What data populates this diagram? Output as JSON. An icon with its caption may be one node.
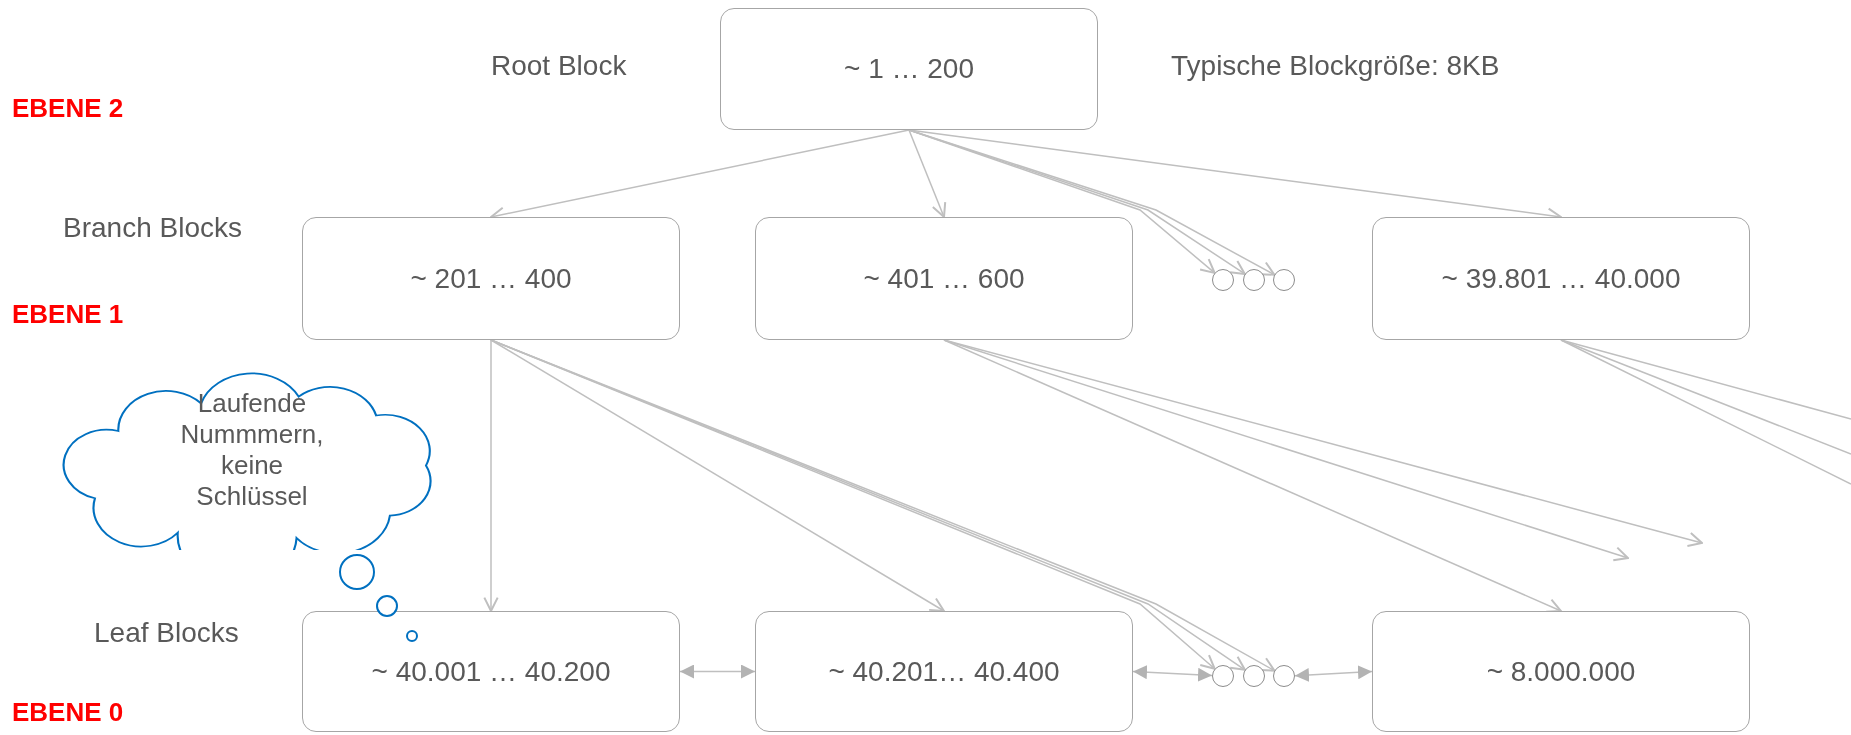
{
  "diagram": {
    "nodes": [
      {
        "text": [
          "~ 1 … 200"
        ]
      },
      {
        "text": [
          "~ 201 … 400"
        ]
      },
      {
        "text": [
          "~ 401 … 600"
        ]
      },
      {
        "text": [],
        "shape": "circle"
      },
      {
        "text": [],
        "shape": "circle"
      },
      {
        "text": [],
        "shape": "circle"
      },
      {
        "text": [
          "~ 39.801 … 40.000"
        ]
      },
      {
        "text": [
          "~ 40.001 … 40.200"
        ]
      },
      {
        "text": [
          "~ 40.201… 40.400"
        ]
      },
      {
        "text": [],
        "shape": "circle"
      },
      {
        "text": [],
        "shape": "circle"
      },
      {
        "text": [],
        "shape": "circle"
      },
      {
        "text": [
          "~ 8.000.000"
        ]
      },
      {
        "text": [
          "Laufende Nummmern, keine Schlüssel"
        ]
      }
    ],
    "edges": [
      {
        "from": 0,
        "to": 1,
        "arrow": "to"
      },
      {
        "from": 0,
        "to": 2,
        "arrow": "to"
      },
      {
        "from": 0,
        "to": 3,
        "arrow": "to"
      },
      {
        "from": 0,
        "to": 4,
        "arrow": "to"
      },
      {
        "from": 0,
        "to": 5,
        "arrow": "to"
      },
      {
        "from": 0,
        "to": 6,
        "arrow": "to"
      },
      {
        "from": 1,
        "to": 7,
        "arrow": "to"
      },
      {
        "from": 1,
        "to": 8,
        "arrow": "to"
      },
      {
        "from": 1,
        "to": 9,
        "arrow": "to"
      },
      {
        "from": 1,
        "to": 10,
        "arrow": "to"
      },
      {
        "from": 1,
        "to": 11,
        "arrow": "to"
      },
      {
        "from": 2,
        "to": 12,
        "arrow": "to"
      },
      {
        "from": 2,
        "to": null,
        "arrow": "to"
      },
      {
        "from": 2,
        "to": null,
        "arrow": "to"
      },
      {
        "from": 6,
        "to": null,
        "arrow": "none"
      },
      {
        "from": 6,
        "to": null,
        "arrow": "none"
      },
      {
        "from": 6,
        "to": null,
        "arrow": "none"
      },
      {
        "from": 7,
        "to": 8,
        "arrow": "both"
      },
      {
        "from": 8,
        "to": 9,
        "arrow": "both"
      },
      {
        "from": 11,
        "to": 12,
        "arrow": "both"
      }
    ],
    "labels": [
      "Root Block",
      "Typische Blockgröße: 8KB",
      "EBENE 2",
      "Branch Blocks",
      "EBENE 1",
      "Leaf Blocks",
      "EBENE 0"
    ]
  }
}
